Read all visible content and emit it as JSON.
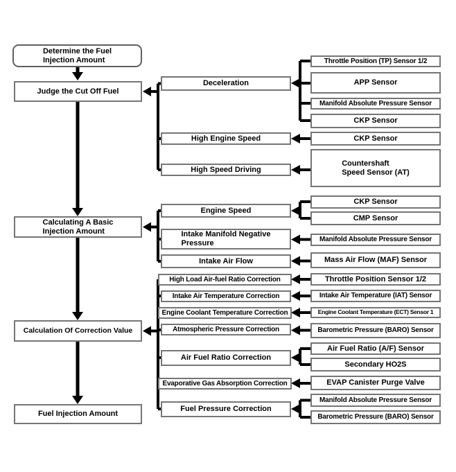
{
  "flowchart": {
    "start": {
      "label": "Determine the Fuel\nInjection Amount"
    },
    "stages": [
      {
        "label": "Judge the Cut Off Fuel",
        "conditions": [
          {
            "label": "Deceleration",
            "sensors": [
              "Throttle Position (TP) Sensor 1/2",
              "APP Sensor",
              "Manifold Absolute Pressure Sensor",
              "CKP Sensor"
            ]
          },
          {
            "label": "High Engine Speed",
            "sensors": [
              "CKP Sensor"
            ]
          },
          {
            "label": "High Speed Driving",
            "sensors": [
              "Countershaft\nSpeed Sensor (AT)"
            ]
          }
        ]
      },
      {
        "label": "Calculating A Basic\nInjection Amount",
        "conditions": [
          {
            "label": "Engine Speed",
            "sensors": [
              "CKP Sensor",
              "CMP Sensor"
            ]
          },
          {
            "label": "Intake Manifold Negative\nPressure",
            "sensors": [
              "Manifold Absolute Pressure Sensor"
            ]
          },
          {
            "label": "Intake Air Flow",
            "sensors": [
              "Mass Air Flow (MAF) Sensor"
            ]
          }
        ]
      },
      {
        "label": "Calculation Of Correction Value",
        "conditions": [
          {
            "label": "High Load Air-fuel Ratio Correction",
            "sensors": [
              "Throttle Position Sensor 1/2"
            ]
          },
          {
            "label": "Intake Air Temperature Correction",
            "sensors": [
              "Intake Air Temperature (IAT) Sensor"
            ]
          },
          {
            "label": "Engine Coolant Temperature Correction",
            "sensors": [
              "Engine Coolant Temperature (ECT) Sensor 1"
            ]
          },
          {
            "label": "Atmospheric Pressure Correction",
            "sensors": [
              "Barometric Pressure (BARO) Sensor"
            ]
          },
          {
            "label": "Air Fuel Ratio Correction",
            "sensors": [
              "Air Fuel Ratio (A/F) Sensor",
              "Secondary HO2S"
            ]
          },
          {
            "label": "Evaporative Gas Absorption Correction",
            "sensors": [
              "EVAP Canister Purge Valve"
            ]
          },
          {
            "label": "Fuel Pressure Correction",
            "sensors": [
              "Manifold Absolute Pressure Sensor",
              "Barometric Pressure (BARO) Sensor"
            ]
          }
        ]
      },
      {
        "label": "Fuel Injection Amount",
        "conditions": []
      }
    ]
  },
  "colors": {
    "line": "#000000",
    "box_border": "#757575",
    "box_fill": "#ffffff",
    "text": "#000000",
    "background": "#ffffff"
  }
}
